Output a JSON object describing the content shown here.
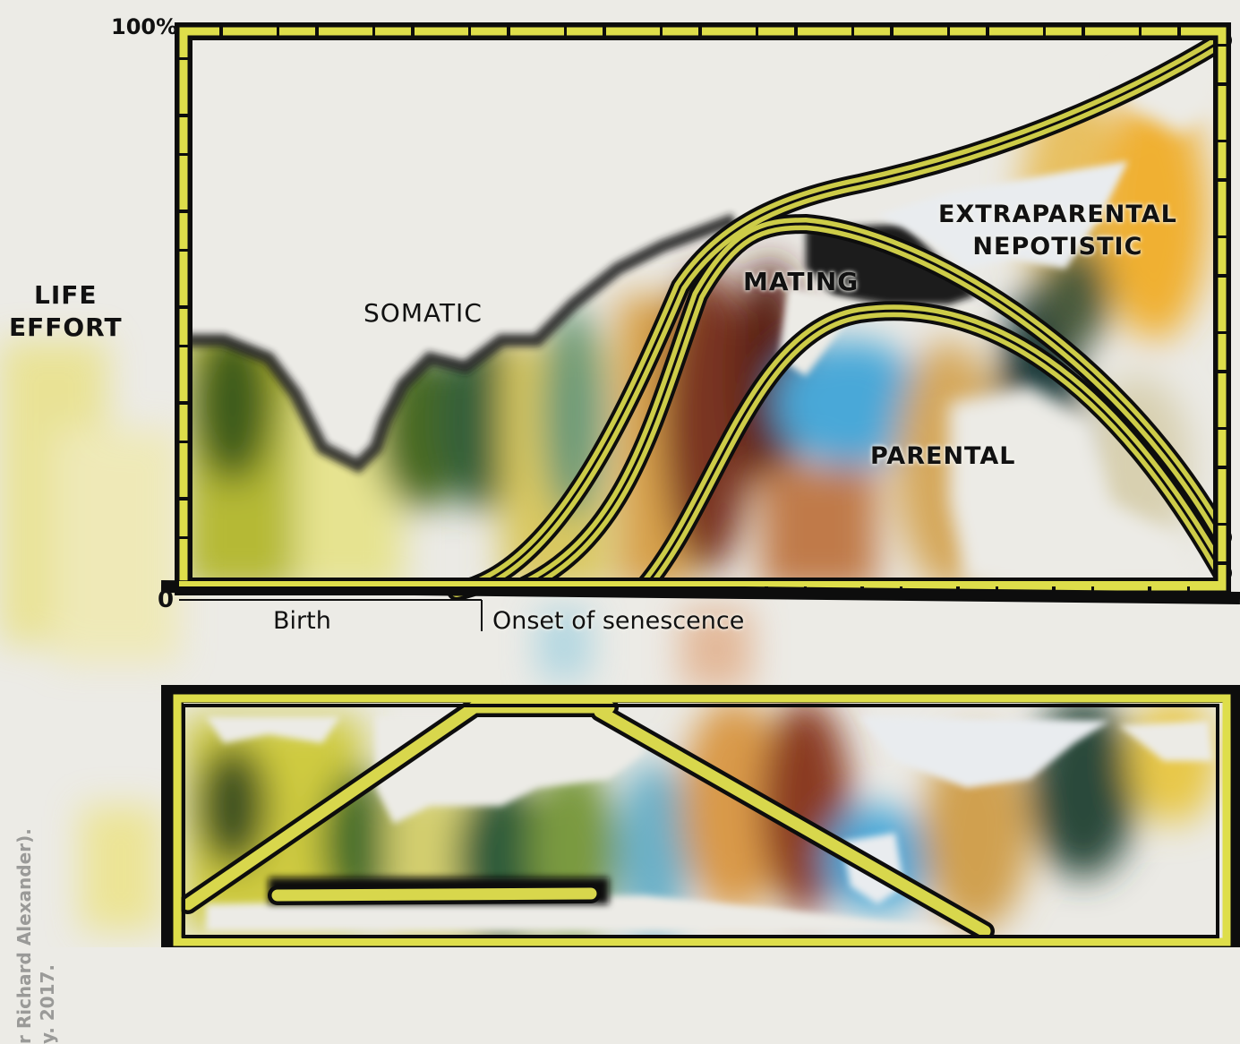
{
  "diagram": {
    "axis": {
      "y_top": "100%",
      "y_bottom": "0"
    },
    "labels": {
      "life_effort_line1": "LIFE",
      "life_effort_line2": "EFFORT",
      "somatic": "SOMATIC",
      "mating": "MATING",
      "extraparental_line1": "EXTRAPARENTAL",
      "extraparental_line2": "NEPOTISTIC",
      "parental": "PARENTAL"
    },
    "timeline": {
      "birth": "Birth",
      "onset": "Onset of senescence"
    }
  },
  "credit": {
    "line1": "r Richard Alexander).",
    "line2": "y. 2017."
  },
  "colors": {
    "frame_yellow": "#dede4a",
    "ink": "#0d0d0d",
    "paper": "#ecebe6"
  }
}
